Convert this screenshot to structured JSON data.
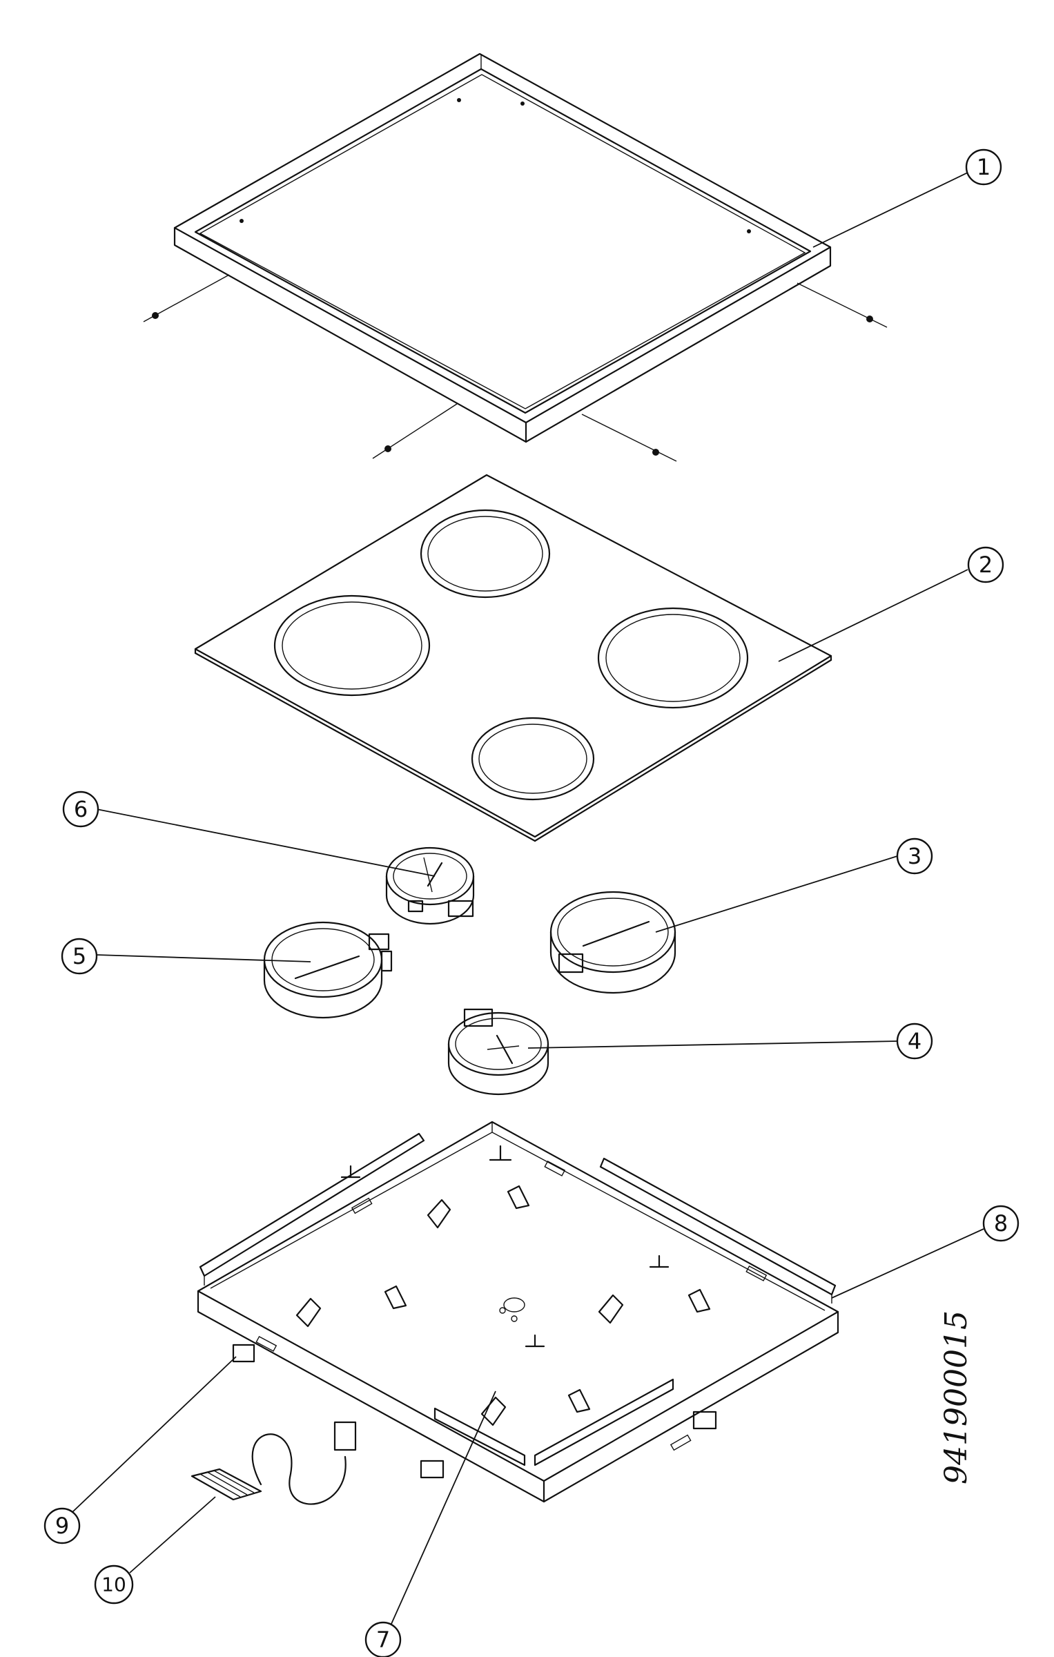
{
  "callouts": [
    {
      "label": "1",
      "part": "frame"
    },
    {
      "label": "2",
      "part": "glass-ceramic-top"
    },
    {
      "label": "3",
      "part": "heating-element-rear-right"
    },
    {
      "label": "4",
      "part": "heating-element-front-right"
    },
    {
      "label": "5",
      "part": "heating-element-front-left"
    },
    {
      "label": "6",
      "part": "heating-element-rear-left"
    },
    {
      "label": "7",
      "part": "mounting-bracket"
    },
    {
      "label": "8",
      "part": "base-tray"
    },
    {
      "label": "9",
      "part": "support-foot"
    },
    {
      "label": "10",
      "part": "connection-cable"
    }
  ],
  "reference_code": "941900015",
  "colors": {
    "ink": "#111111",
    "background": "#ffffff"
  }
}
